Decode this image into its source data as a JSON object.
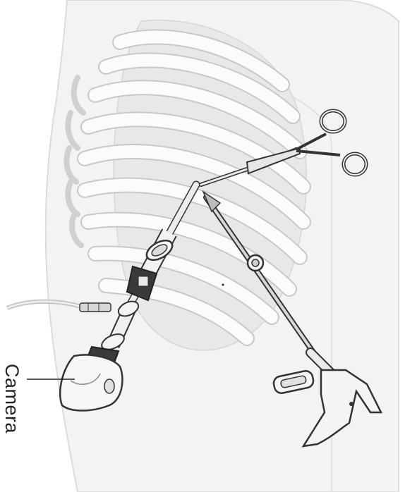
{
  "diagram": {
    "labels": {
      "camera": "Camera"
    },
    "components": [
      {
        "name": "torso-outline",
        "icon": "torso-icon"
      },
      {
        "name": "rib-cage",
        "icon": "ribcage-icon"
      },
      {
        "name": "thoracoscope-camera",
        "icon": "camera-icon"
      },
      {
        "name": "camera-port-trocar",
        "icon": "trocar-icon"
      },
      {
        "name": "grasping-forceps",
        "icon": "forceps-icon"
      },
      {
        "name": "surgical-scissors",
        "icon": "scissors-icon"
      }
    ],
    "colors": {
      "body_fill": "#f3f3f3",
      "body_stroke": "#dcdcdc",
      "rib_fill": "#fbfbfb",
      "rib_stroke": "#c8c8c8",
      "instrument_stroke": "#333333",
      "instrument_fill": "#e6e6e6",
      "dark_part": "#3a3a3a"
    }
  }
}
